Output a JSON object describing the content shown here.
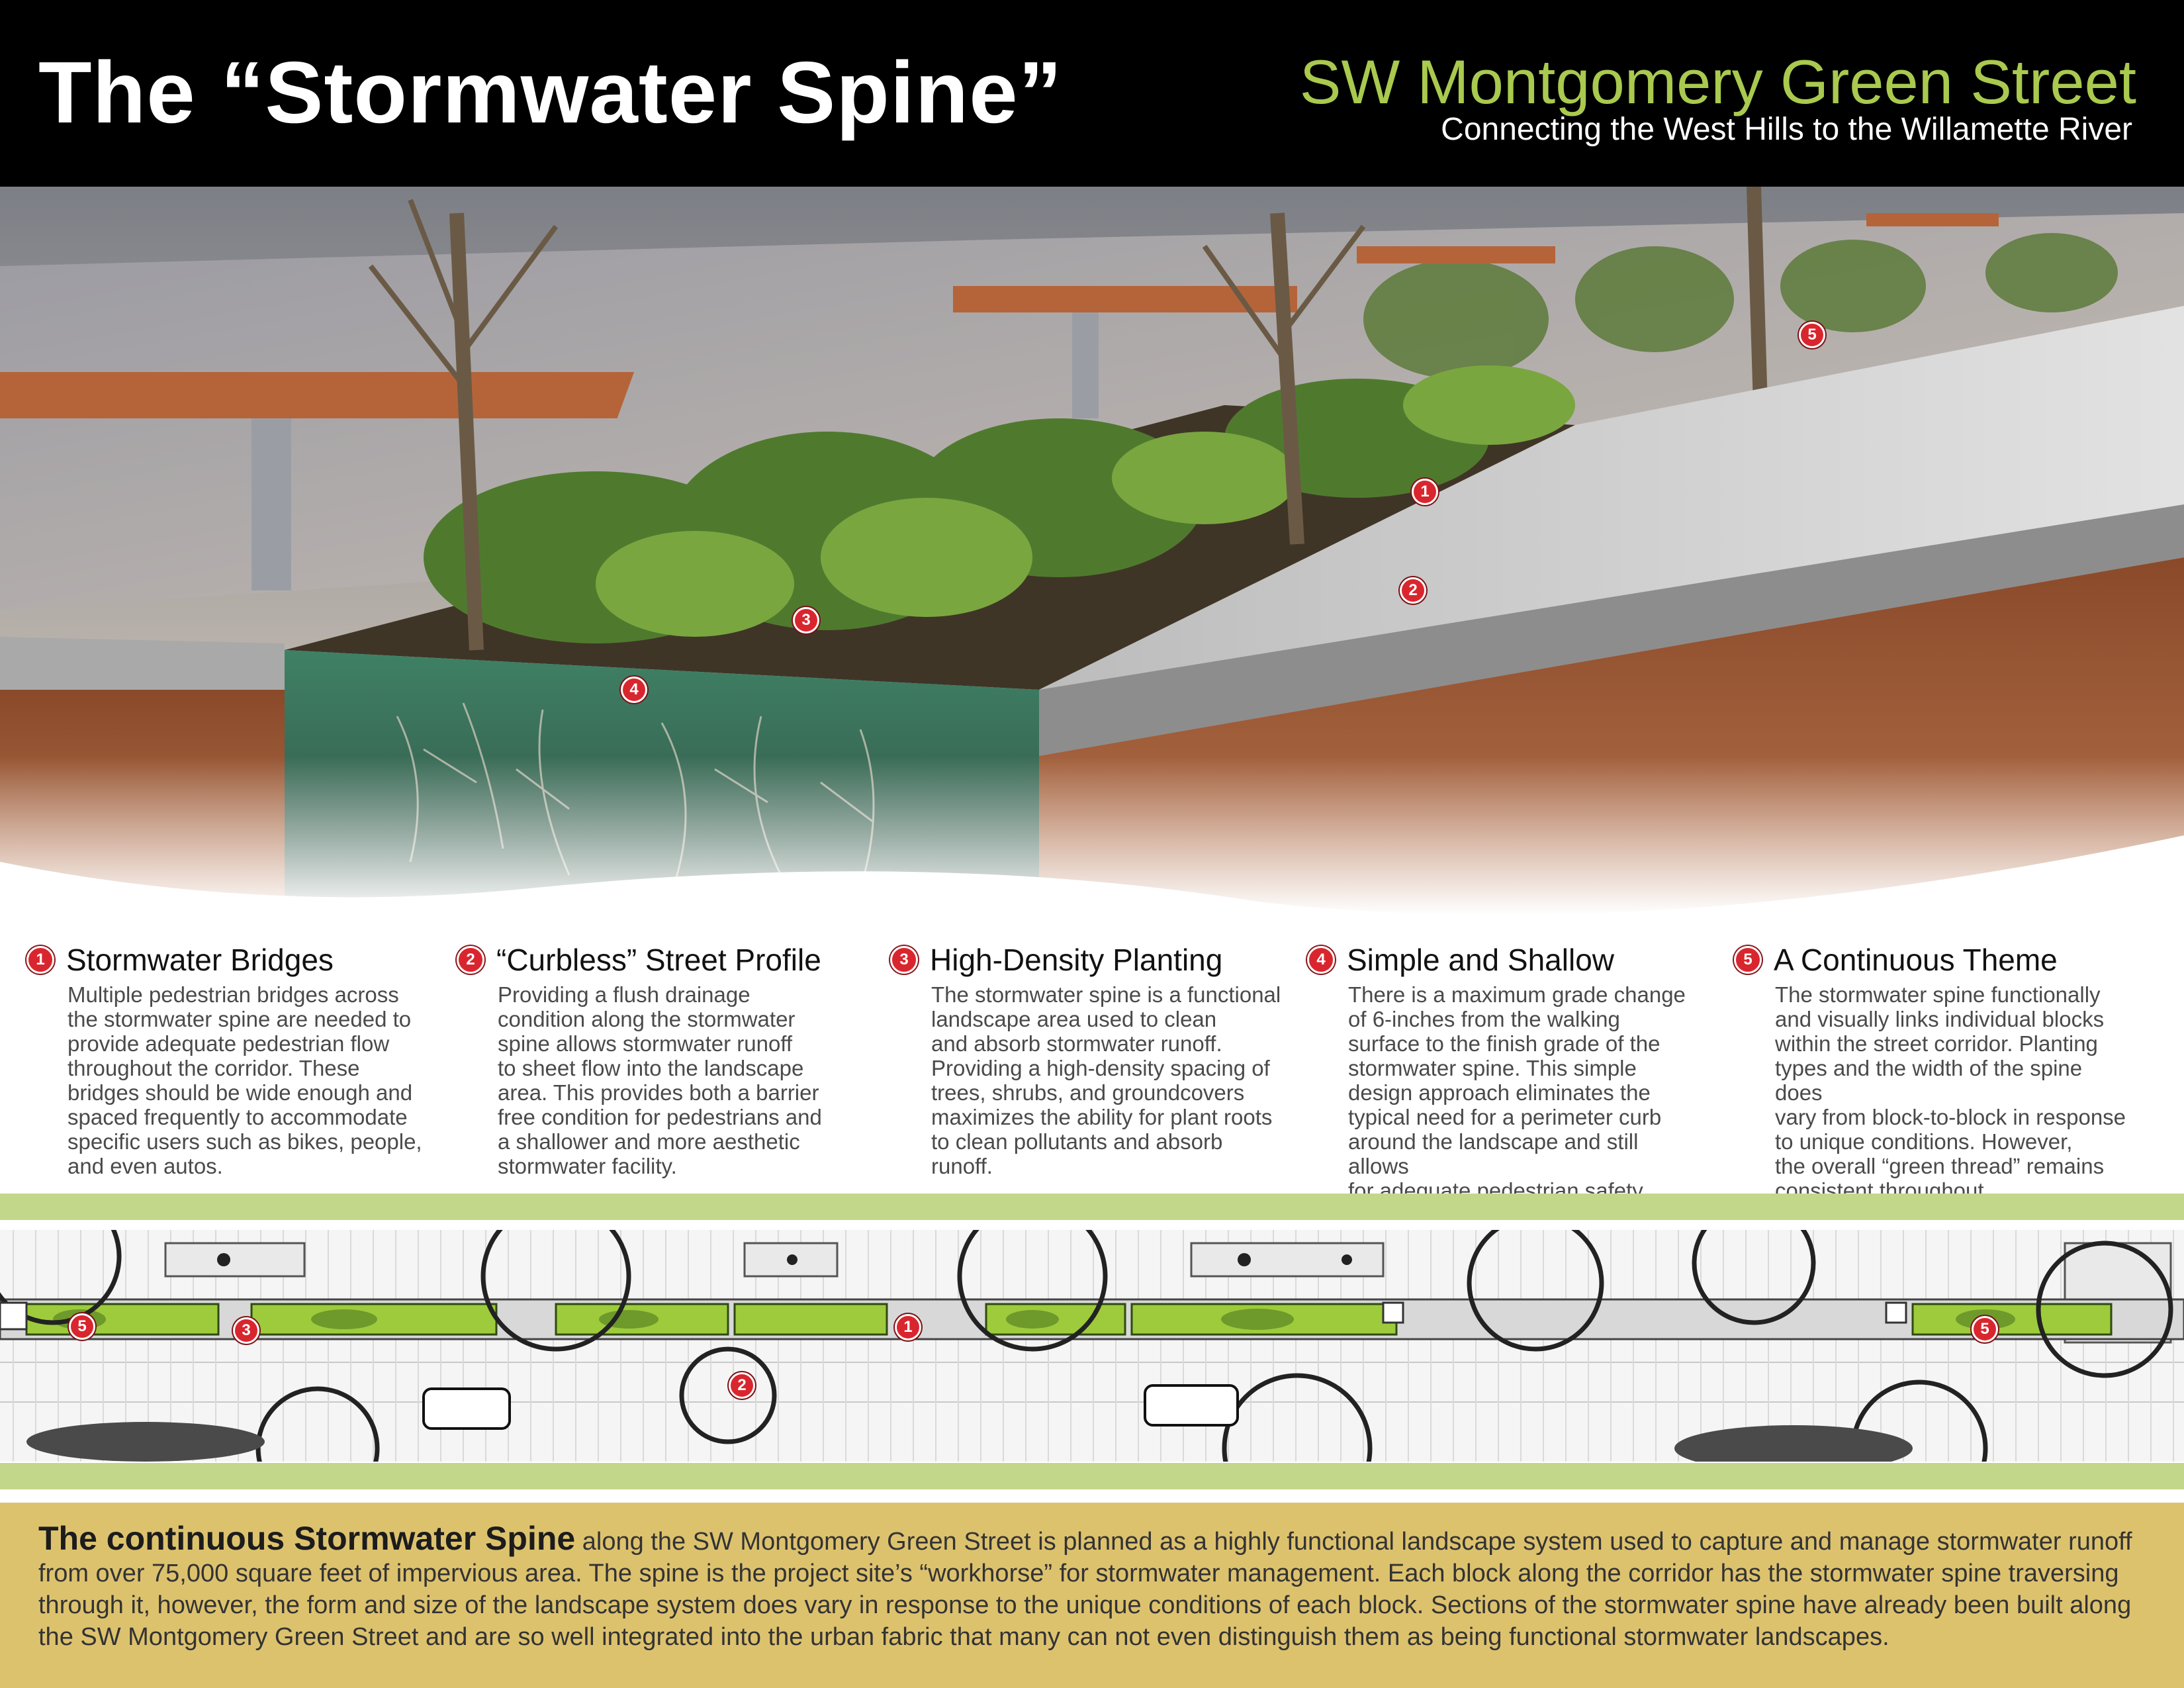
{
  "header": {
    "title": "The “Stormwater Spine”",
    "subtitle": "SW Montgomery Green Street",
    "tagline": "Connecting the West Hills to the Willamette River"
  },
  "colors": {
    "header_bg": "#000000",
    "accent_green": "#a9c94f",
    "marker_red": "#d9262e",
    "band_green": "#c3d78b",
    "footer_bg": "#ddc26e"
  },
  "hero_markers": [
    "1",
    "2",
    "3",
    "4",
    "5"
  ],
  "features": [
    {
      "number": "1",
      "title": "Stormwater Bridges",
      "body": "Multiple pedestrian bridges across\nthe stormwater spine are needed to\nprovide adequate pedestrian flow\nthroughout the corridor.  These\nbridges should be wide enough and\nspaced frequently to accommodate\nspecific users such as bikes, people,\nand even autos."
    },
    {
      "number": "2",
      "title": "“Curbless” Street Profile",
      "body": "Providing a flush drainage\ncondition along the stormwater\nspine allows stormwater runoff\nto sheet flow into the landscape\narea.  This provides both a barrier\nfree condition for pedestrians and\na shallower and more aesthetic\nstormwater facility."
    },
    {
      "number": "3",
      "title": "High-Density Planting",
      "body": "The stormwater spine is a functional\nlandscape area used to clean\nand absorb stormwater runoff.\nProviding a high-density spacing of\ntrees, shrubs, and groundcovers\nmaximizes the ability for plant roots\nto clean pollutants and absorb\nrunoff."
    },
    {
      "number": "4",
      "title": "Simple and Shallow",
      "body": "There is a maximum grade change\nof 6-inches from the walking\nsurface to the finish grade of the\nstormwater spine.  This simple\ndesign approach eliminates the\ntypical need for a perimeter curb\naround the landscape and still allows\nfor adequate pedestrian safety."
    },
    {
      "number": "5",
      "title": "A Continuous Theme",
      "body": "The stormwater spine functionally\nand visually links individual blocks\nwithin the street corridor.  Planting\ntypes and the width of the spine does\nvary from block-to-block in response\nto unique conditions.  However,\nthe overall “green thread” remains\nconsistent throughout."
    }
  ],
  "plan_markers": [
    "5",
    "3",
    "1",
    "2",
    "5"
  ],
  "footer": {
    "lead": "The continuous Stormwater Spine",
    "text": " along the SW Montgomery Green Street is planned as a highly functional landscape system used to capture and manage stormwater runoff from over 75,000 square feet of impervious area.  The spine is the project site’s “workhorse” for stormwater management.  Each block along the corridor has the stormwater spine traversing through it, however, the form and size of the landscape system does vary in response to the unique conditions of each block.   Sections of the stormwater spine have already been built along the SW Montgomery Green Street and are so well integrated into the urban fabric that many can not even distinguish them as being functional stormwater landscapes."
  }
}
